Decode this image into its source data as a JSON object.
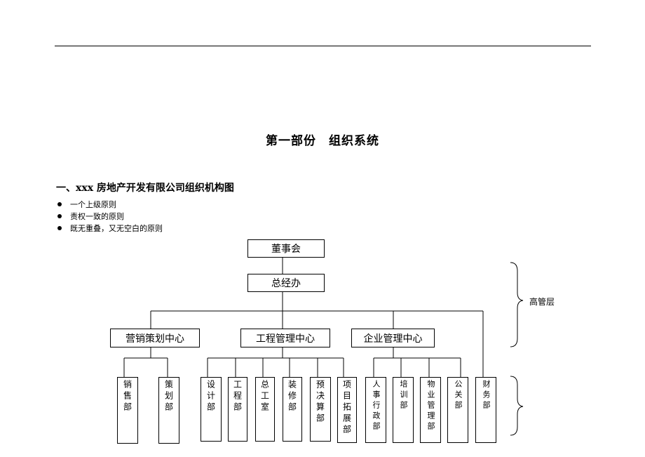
{
  "header": {
    "title": "第一部份　组织系统",
    "subtitle": "一、xxx 房地产开发有限公司组织机构图"
  },
  "principles": [
    "一个上级原则",
    "责权一致的原则",
    "既无重叠，又无空白的原则"
  ],
  "org": {
    "board": "董事会",
    "gm_office": "总经办",
    "centers": [
      "营销策划中心",
      "工程管理中心",
      "企业管理中心"
    ],
    "departments": [
      "销售部",
      "策划部",
      "设计部",
      "工程部",
      "总工室",
      "装修部",
      "预决算部",
      "项目拓展部",
      "人事行政部",
      "培训部",
      "物业管理部",
      "公关部",
      "财务部"
    ],
    "side_labels": [
      "高管层"
    ]
  }
}
